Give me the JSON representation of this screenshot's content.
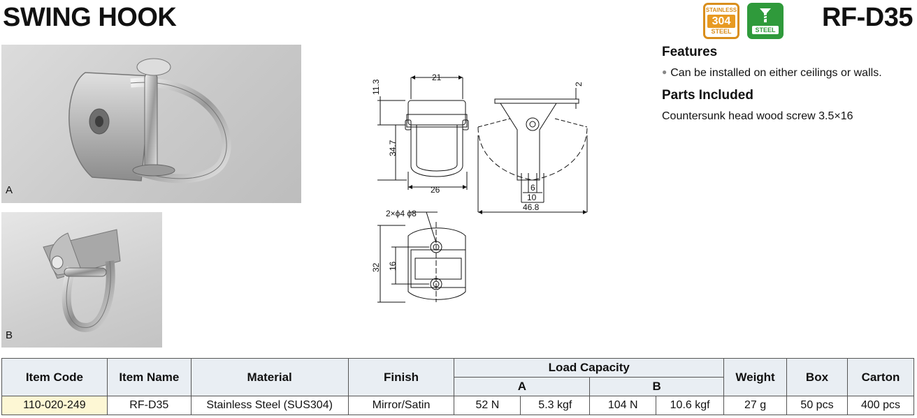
{
  "header": {
    "title": "SWING HOOK",
    "model": "RF-D35",
    "badge_stainless": {
      "top": "STAINLESS",
      "mid": "304",
      "bot": "STEEL"
    },
    "badge_steel": {
      "bot": "STEEL"
    }
  },
  "photos": {
    "a_label": "A",
    "b_label": "B"
  },
  "drawing": {
    "dims": {
      "w21": "21",
      "h11_3": "11.3",
      "h34_7": "34.7",
      "w26": "26",
      "t2": "2",
      "w6": "6",
      "w10": "10",
      "w46_8": "46.8",
      "holes": "2×ϕ4 ϕ8",
      "h32": "32",
      "h16": "16"
    }
  },
  "features": {
    "heading": "Features",
    "item": "Can be installed on either ceilings or walls."
  },
  "parts": {
    "heading": "Parts Included",
    "item": "Countersunk head wood screw 3.5×16"
  },
  "table": {
    "headers": {
      "item_code": "Item Code",
      "item_name": "Item Name",
      "material": "Material",
      "finish": "Finish",
      "load_capacity": "Load Capacity",
      "a": "A",
      "b": "B",
      "weight": "Weight",
      "box": "Box",
      "carton": "Carton"
    },
    "row": {
      "item_code": "110-020-249",
      "item_name": "RF-D35",
      "material": "Stainless Steel (SUS304)",
      "finish": "Mirror/Satin",
      "a_n": "52 N",
      "a_kgf": "5.3 kgf",
      "b_n": "104 N",
      "b_kgf": "10.6 kgf",
      "weight": "27 g",
      "box": "50 pcs",
      "carton": "400 pcs"
    }
  }
}
